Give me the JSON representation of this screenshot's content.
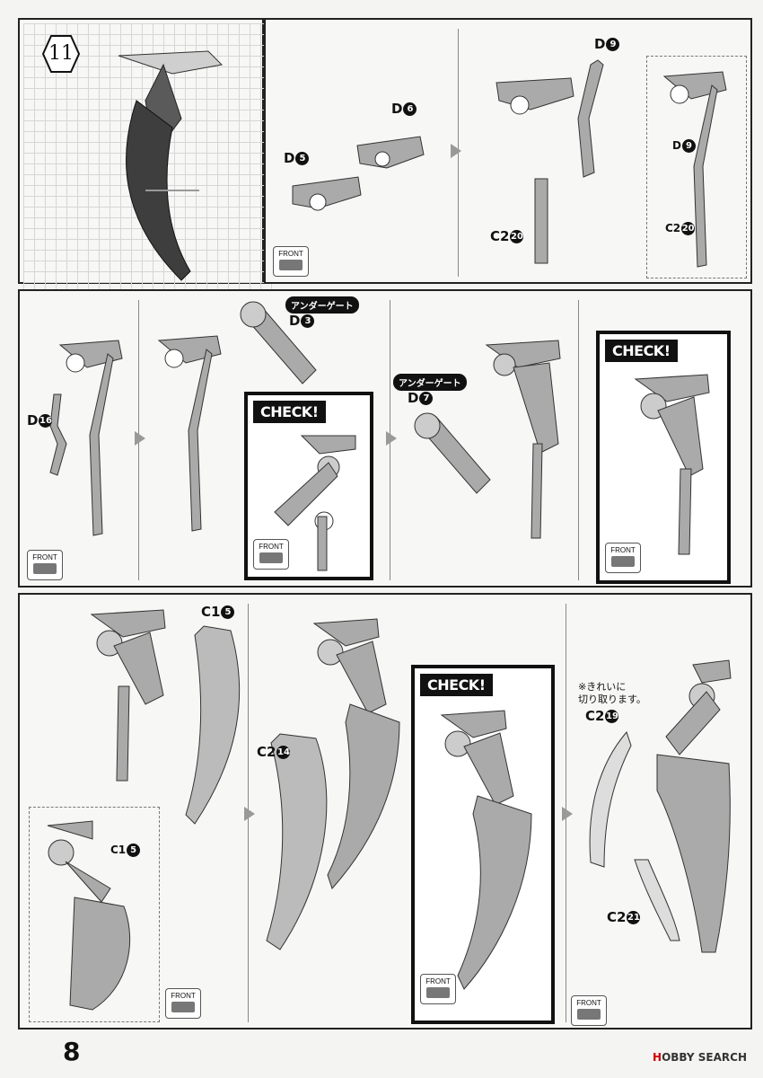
{
  "step": {
    "number": "11"
  },
  "labels": {
    "d5": "D",
    "d5n": "5",
    "d6": "D",
    "d6n": "6",
    "d9": "D",
    "d9n": "9",
    "d9b": "D",
    "d9bn": "9",
    "c20": "C2",
    "c20n": "20",
    "c20b": "C2",
    "c20bn": "20",
    "d16": "D",
    "d16n": "16",
    "d3": "D",
    "d3n": "3",
    "d7": "D",
    "d7n": "7",
    "c15": "C1",
    "c15n": "5",
    "c15b": "C1",
    "c15bn": "5",
    "c14": "C2",
    "c14n": "14",
    "c19": "C2",
    "c19n": "19",
    "c21": "C2",
    "c21n": "21"
  },
  "tags": {
    "under_gate_1": "アンダーゲート",
    "under_gate_2": "アンダーゲート"
  },
  "check": "CHECK!",
  "front": "FRONT",
  "note": {
    "line1": "※きれいに",
    "line2": "切り取ります。"
  },
  "page_number": "8",
  "brand": {
    "prefix": "H",
    "name": "OBBY SEARCH"
  },
  "colors": {
    "part": "#a9a9a9",
    "part_dark": "#6a6a6a",
    "outline": "#333333"
  }
}
